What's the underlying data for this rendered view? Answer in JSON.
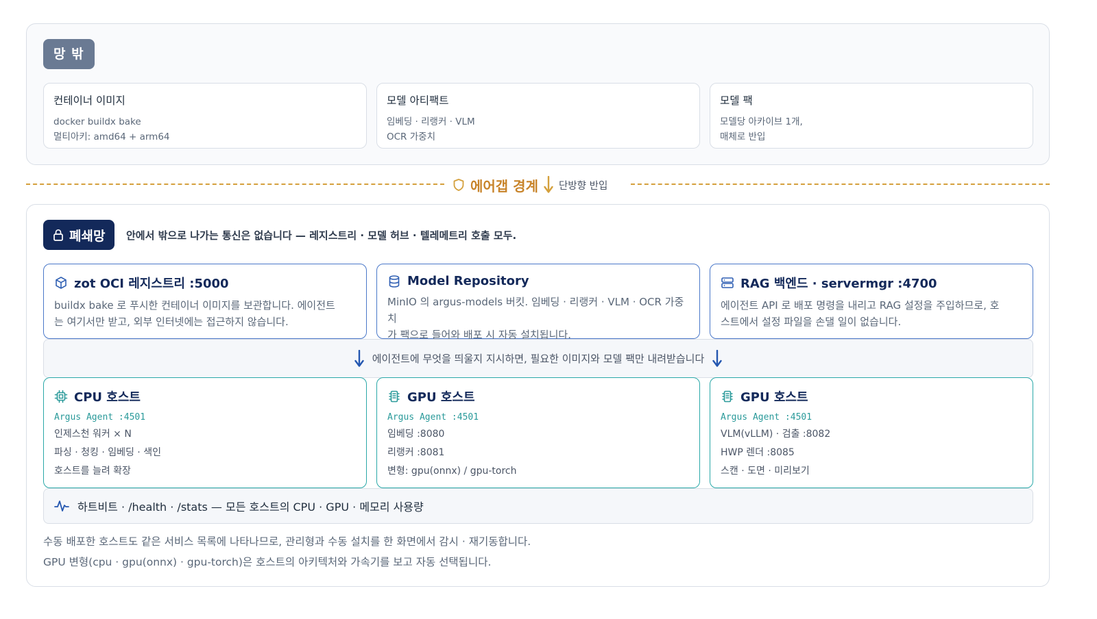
{
  "outer": {
    "tag": "망 밖",
    "cards": [
      {
        "title": "컨테이너 이미지",
        "lines": [
          "docker buildx bake",
          "멀티아키: amd64 + arm64"
        ]
      },
      {
        "title": "모델 아티팩트",
        "lines": [
          "임베딩 · 리랭커 · VLM",
          "OCR 가중치"
        ]
      },
      {
        "title": "모델 팩",
        "lines": [
          "모델당 아카이브 1개,",
          "매체로 반입"
        ]
      }
    ]
  },
  "boundary": {
    "label": "에어갭 경계",
    "sub": "단방향 반입",
    "accent": "#d4a03c"
  },
  "inner": {
    "tag": "폐쇄망",
    "desc": "안에서 밖으로 나가는 통신은 없습니다 — 레지스트리 · 모델 허브 · 텔레메트리 호출 모두.",
    "services": [
      {
        "icon": "cube-icon",
        "title": "zot OCI 레지스트리 :5000",
        "body": [
          "buildx bake 로 푸시한 컨테이너 이미지를 보관합니다. 에이전트",
          "는 여기서만 받고, 외부 인터넷에는 접근하지 않습니다."
        ]
      },
      {
        "icon": "database-icon",
        "title": "Model Repository",
        "body": [
          "MinIO 의 argus-models 버킷. 임베딩 · 리랭커 · VLM · OCR 가중치",
          "가 팩으로 들어와 배포 시 자동 설치됩니다."
        ]
      },
      {
        "icon": "server-icon",
        "title": "RAG 백엔드 · servermgr :4700",
        "body": [
          "에이전트 API 로 배포 명령을 내리고 RAG 설정을 주입하므로, 호",
          "스트에서 설정 파일을 손댈 일이 없습니다."
        ]
      }
    ],
    "flow": "에이전트에 무엇을 띄울지 지시하면, 필요한 이미지와 모델 팩만 내려받습니다",
    "hosts": [
      {
        "icon": "cpu-icon",
        "title": "CPU 호스트",
        "agent": "Argus Agent :4501",
        "lines": [
          "인제스천 워커 × N",
          "파싱 · 청킹 · 임베딩 · 색인",
          "호스트를 늘려 확장"
        ]
      },
      {
        "icon": "gpu-icon",
        "title": "GPU 호스트",
        "agent": "Argus Agent :4501",
        "lines": [
          "임베딩 :8080",
          "리랭커 :8081",
          "변형: gpu(onnx) / gpu-torch"
        ]
      },
      {
        "icon": "gpu-icon",
        "title": "GPU 호스트",
        "agent": "Argus Agent :4501",
        "lines": [
          "VLM(vLLM) · 검출 :8082",
          "HWP 렌더 :8085",
          "스캔 · 도면 · 미리보기"
        ]
      }
    ],
    "heartbeat": "하트비트 · /health · /stats — 모든 호스트의 CPU · GPU · 메모리 사용량",
    "notes": [
      "수동 배포한 호스트도 같은 서비스 목록에 나타나므로, 관리형과 수동 설치를 한 화면에서 감시 · 재기동합니다.",
      "GPU 변형(cpu · gpu(onnx) · gpu-torch)은 호스트의 아키텍처와 가속기를 보고 자동 선택됩니다."
    ]
  },
  "colors": {
    "navy": "#13295a",
    "blue_border": "#4a78c9",
    "teal_border": "#2aa8a8",
    "amber": "#d4a03c",
    "slate_tag": "#6a7a93"
  }
}
